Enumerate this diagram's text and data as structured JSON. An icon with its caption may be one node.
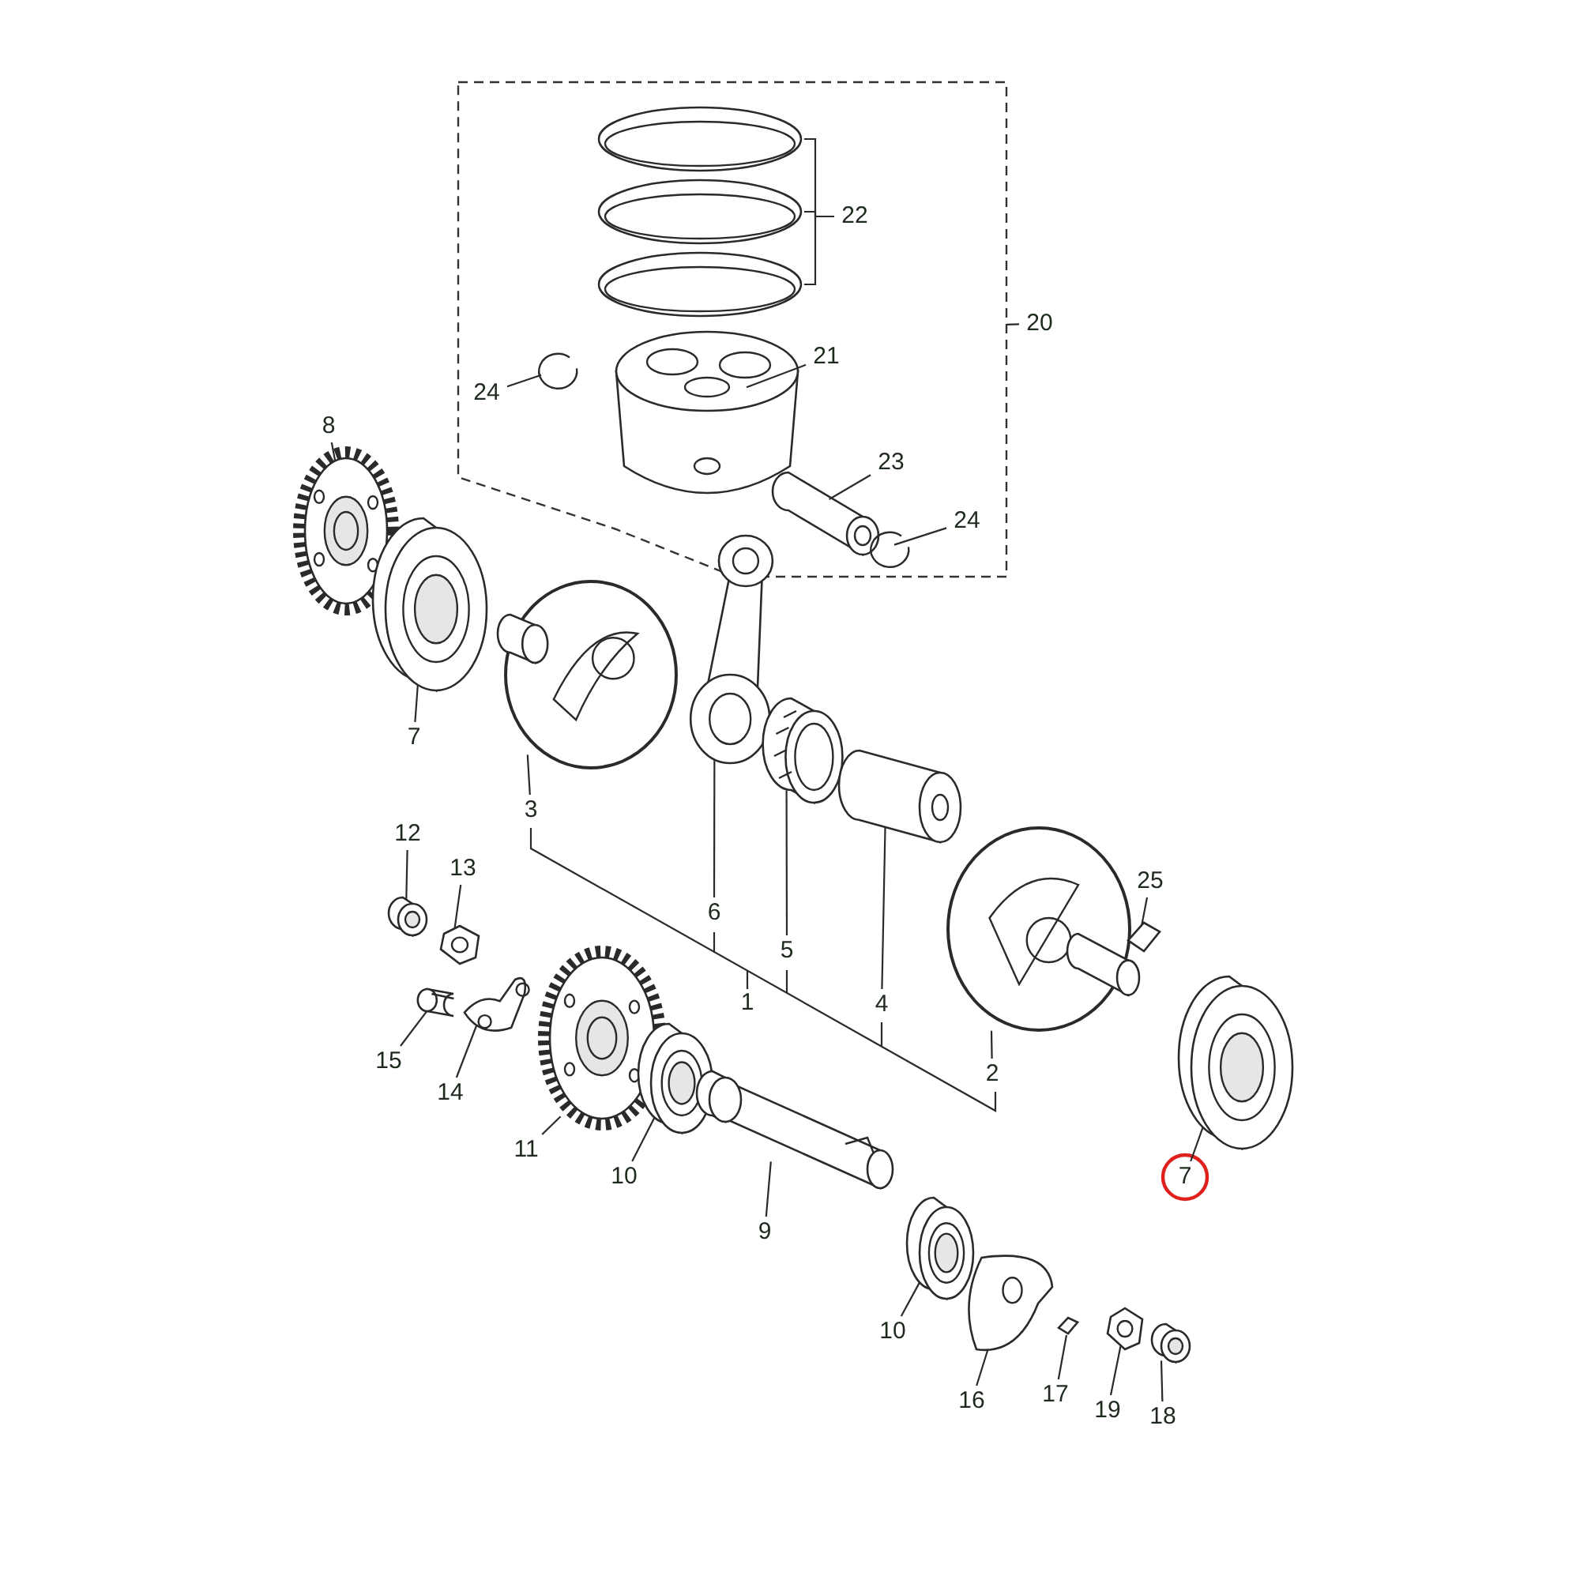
{
  "diagram": {
    "nodes": [
      {
        "text": [],
        "shape": "box"
      },
      {
        "text": [],
        "shape": "picture",
        "in": 0
      },
      {
        "text": [],
        "shape": "picture",
        "in": 0
      },
      {
        "text": [],
        "shape": "picture",
        "in": 0
      },
      {
        "text": [
          "22"
        ],
        "in": 0
      },
      {
        "text": [
          "24"
        ],
        "in": 0
      },
      {
        "text": [],
        "shape": "picture",
        "in": 0
      },
      {
        "text": [],
        "shape": "picture",
        "in": 0
      },
      {
        "text": [
          "21"
        ],
        "in": 0
      },
      {
        "text": [
          "23"
        ],
        "in": 0
      },
      {
        "text": [],
        "shape": "picture",
        "in": 0
      },
      {
        "text": [],
        "shape": "picture",
        "in": 0
      },
      {
        "text": [
          "24"
        ],
        "in": 0
      },
      {
        "text": [
          "20"
        ]
      },
      {
        "text": [
          "8"
        ]
      },
      {
        "text": [],
        "shape": "picture"
      },
      {
        "text": [],
        "shape": "picture"
      },
      {
        "text": [
          "7"
        ]
      },
      {
        "text": [],
        "shape": "picture"
      },
      {
        "text": [
          "3"
        ]
      },
      {
        "text": [],
        "shape": "picture"
      },
      {
        "text": [
          "6"
        ]
      },
      {
        "text": [],
        "shape": "picture"
      },
      {
        "text": [
          "5"
        ]
      },
      {
        "text": [],
        "shape": "picture"
      },
      {
        "text": [
          "4"
        ]
      },
      {
        "text": [],
        "shape": "picture"
      },
      {
        "text": [
          "2"
        ]
      },
      {
        "text": [],
        "shape": "picture"
      },
      {
        "text": [
          "25"
        ]
      },
      {
        "text": [],
        "shape": "picture"
      },
      {
        "text": [
          "7"
        ]
      },
      {
        "text": [],
        "shape": "picture"
      },
      {
        "text": [
          "12"
        ]
      },
      {
        "text": [],
        "shape": "picture"
      },
      {
        "text": [
          "13"
        ]
      },
      {
        "text": [],
        "shape": "picture"
      },
      {
        "text": [
          "15"
        ]
      },
      {
        "text": [],
        "shape": "picture"
      },
      {
        "text": [
          "14"
        ]
      },
      {
        "text": [],
        "shape": "picture"
      },
      {
        "text": [
          "11"
        ]
      },
      {
        "text": [],
        "shape": "picture"
      },
      {
        "text": [
          "10"
        ]
      },
      {
        "text": [],
        "shape": "picture"
      },
      {
        "text": [
          "9"
        ]
      },
      {
        "text": [],
        "shape": "picture"
      },
      {
        "text": [
          "10"
        ]
      },
      {
        "text": [],
        "shape": "picture"
      },
      {
        "text": [
          "16"
        ]
      },
      {
        "text": [],
        "shape": "picture"
      },
      {
        "text": [
          "17"
        ]
      },
      {
        "text": [],
        "shape": "picture"
      },
      {
        "text": [
          "19"
        ]
      },
      {
        "text": [],
        "shape": "picture"
      },
      {
        "text": [
          "18"
        ]
      }
    ],
    "edges": [
      {
        "from": 4,
        "to": 1,
        "arrow": "none"
      },
      {
        "from": 4,
        "to": 2,
        "arrow": "none"
      },
      {
        "from": 4,
        "to": 3,
        "arrow": "none"
      },
      {
        "from": 5,
        "to": 6,
        "arrow": "none"
      },
      {
        "from": 8,
        "to": 7,
        "arrow": "none"
      },
      {
        "from": 9,
        "to": 10,
        "arrow": "none"
      },
      {
        "from": 12,
        "to": 11,
        "arrow": "none"
      },
      {
        "from": 13,
        "to": 0,
        "arrow": "none"
      },
      {
        "from": 14,
        "to": 15,
        "arrow": "none"
      },
      {
        "from": 17,
        "to": 16,
        "arrow": "none"
      },
      {
        "from": 19,
        "to": 18,
        "arrow": "none"
      },
      {
        "from": 21,
        "to": 20,
        "arrow": "none"
      },
      {
        "from": 23,
        "to": 22,
        "arrow": "none"
      },
      {
        "from": 25,
        "to": 24,
        "arrow": "none"
      },
      {
        "from": 27,
        "to": 26,
        "arrow": "none"
      },
      {
        "from": 29,
        "to": 28,
        "arrow": "none"
      },
      {
        "from": 31,
        "to": 30,
        "arrow": "none"
      },
      {
        "from": 33,
        "to": 32,
        "arrow": "none"
      },
      {
        "from": 35,
        "to": 34,
        "arrow": "none"
      },
      {
        "from": 37,
        "to": 36,
        "arrow": "none"
      },
      {
        "from": 39,
        "to": 38,
        "arrow": "none"
      },
      {
        "from": 41,
        "to": 40,
        "arrow": "none"
      },
      {
        "from": 43,
        "to": 42,
        "arrow": "none"
      },
      {
        "from": 45,
        "to": 44,
        "arrow": "none"
      },
      {
        "from": 47,
        "to": 46,
        "arrow": "none"
      },
      {
        "from": 49,
        "to": 48,
        "arrow": "none"
      },
      {
        "from": 51,
        "to": 50,
        "arrow": "none"
      },
      {
        "from": 53,
        "to": 52,
        "arrow": "none"
      },
      {
        "from": 55,
        "to": 54,
        "arrow": "none"
      }
    ],
    "labels": [
      "1"
    ]
  }
}
